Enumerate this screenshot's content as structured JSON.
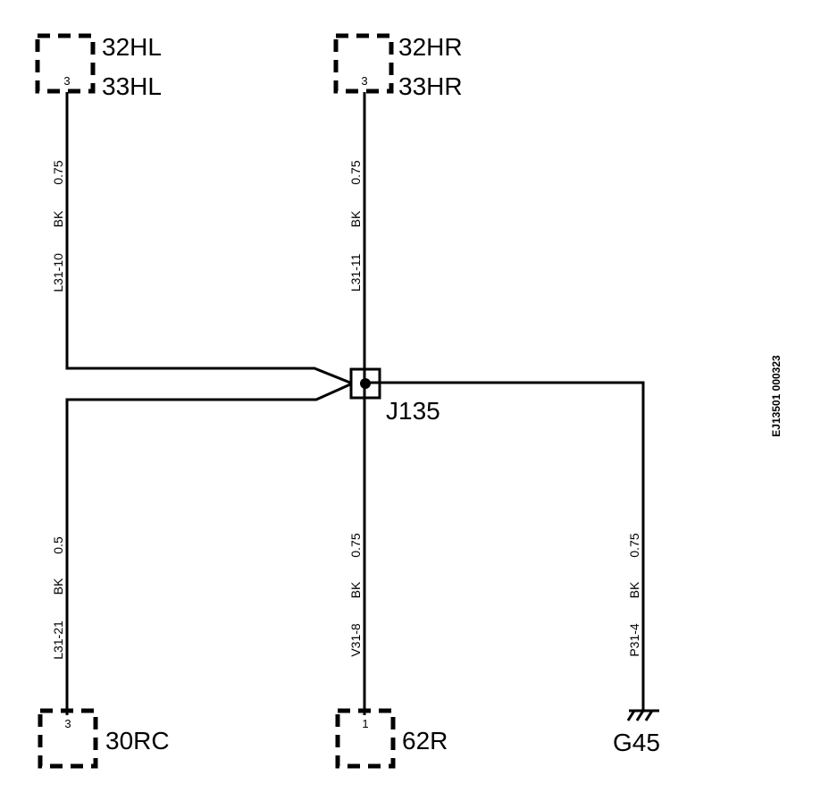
{
  "connectors": {
    "top_left": {
      "line1": "32HL",
      "line2": "33HL",
      "pin": "3"
    },
    "top_mid": {
      "line1": "32HR",
      "line2": "33HR",
      "pin": "3"
    },
    "bot_left": {
      "name": "30RC",
      "pin": "3"
    },
    "bot_mid": {
      "name": "62R",
      "pin": "1"
    }
  },
  "junction": {
    "name": "J135"
  },
  "ground": {
    "name": "G45"
  },
  "wires": {
    "w1": {
      "circuit": "L31-10",
      "color": "BK",
      "size": "0.75"
    },
    "w2": {
      "circuit": "L31-11",
      "color": "BK",
      "size": "0.75"
    },
    "w3": {
      "circuit": "L31-21",
      "color": "BK",
      "size": "0.5"
    },
    "w4": {
      "circuit": "V31-8",
      "color": "BK",
      "size": "0.75"
    },
    "w5": {
      "circuit": "P31-4",
      "color": "BK",
      "size": "0.75"
    }
  },
  "figure_ref": "EJ13501 000323"
}
